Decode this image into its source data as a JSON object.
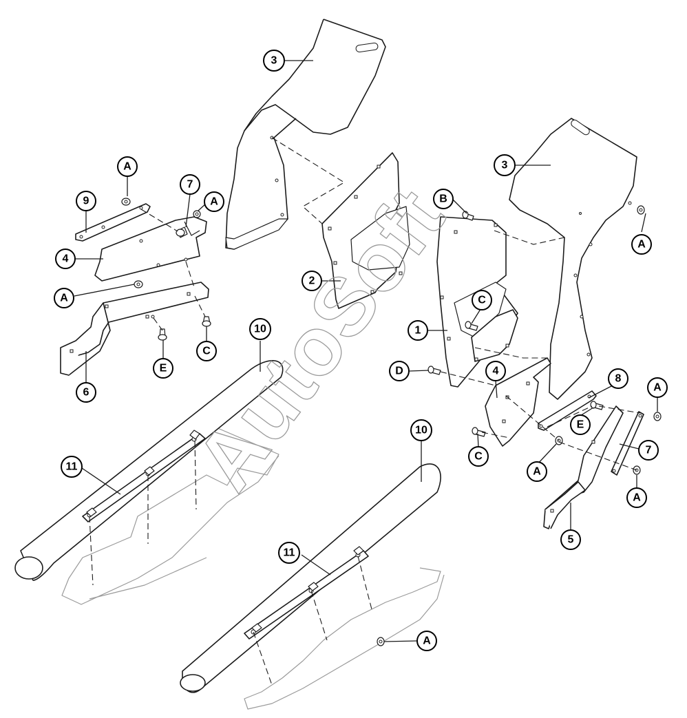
{
  "watermark": "AutoSoft",
  "top_mark": "",
  "callouts": {
    "c3a": "3",
    "c3b": "3",
    "c7a": "7",
    "c7b": "7",
    "c9": "9",
    "c4a": "4",
    "c4b": "4",
    "c2": "2",
    "c1": "1",
    "c6": "6",
    "c5": "5",
    "c8": "8",
    "c10a": "10",
    "c10b": "10",
    "c11a": "11",
    "c11b": "11",
    "cB": "B",
    "cCa": "C",
    "cCb": "C",
    "cCc": "C",
    "cD": "D",
    "cEa": "E",
    "cEb": "E",
    "cAa": "A",
    "cAb": "A",
    "cAc": "A",
    "cAd": "A",
    "cAe": "A",
    "cAf": "A",
    "cAg": "A",
    "cAh": "A"
  }
}
